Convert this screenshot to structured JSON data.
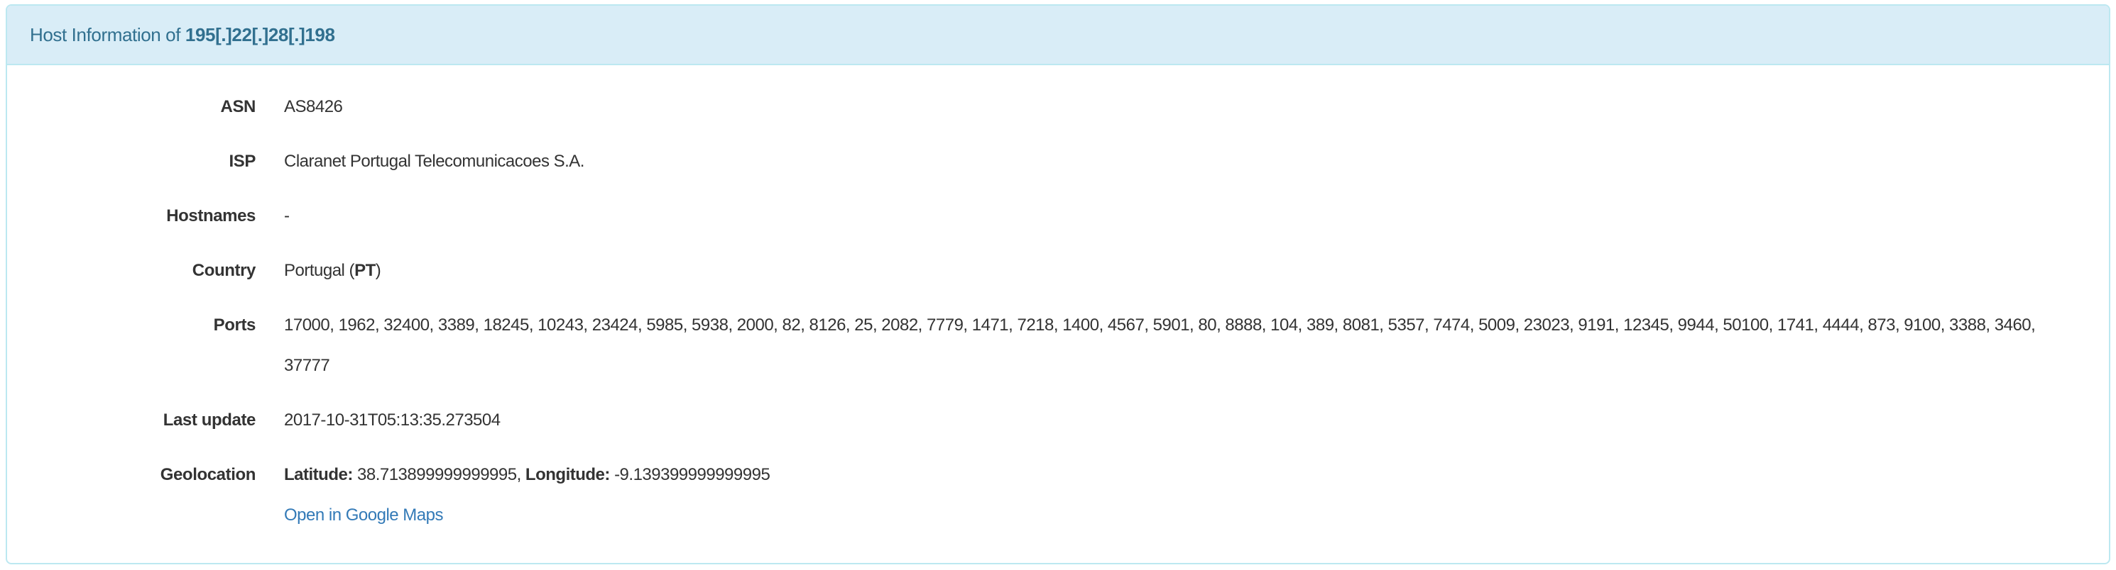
{
  "panel": {
    "title_prefix": "Host Information of",
    "ip_defanged": "195[.]22[.]28[.]198"
  },
  "fields": {
    "asn": {
      "label": "ASN",
      "value": "AS8426"
    },
    "isp": {
      "label": "ISP",
      "value": "Claranet Portugal Telecomunicacoes S.A."
    },
    "hostnames": {
      "label": "Hostnames",
      "value": "-"
    },
    "country": {
      "label": "Country",
      "name": "Portugal",
      "open_paren": " (",
      "code": "PT",
      "close_paren": ")"
    },
    "ports": {
      "label": "Ports",
      "value": "17000, 1962, 32400, 3389, 18245, 10243, 23424, 5985, 5938, 2000, 82, 8126, 25, 2082, 7779, 1471, 7218, 1400, 4567, 5901, 80, 8888, 104, 389, 8081, 5357, 7474, 5009, 23023, 9191, 12345, 9944, 50100, 1741, 4444, 873, 9100, 3388, 3460, 37777",
      "list": [
        17000,
        1962,
        32400,
        3389,
        18245,
        10243,
        23424,
        5985,
        5938,
        2000,
        82,
        8126,
        25,
        2082,
        7779,
        1471,
        7218,
        1400,
        4567,
        5901,
        80,
        8888,
        104,
        389,
        8081,
        5357,
        7474,
        5009,
        23023,
        9191,
        12345,
        9944,
        50100,
        1741,
        4444,
        873,
        9100,
        3388,
        3460,
        37777
      ]
    },
    "last_update": {
      "label": "Last update",
      "value": "2017-10-31T05:13:35.273504"
    },
    "geolocation": {
      "label": "Geolocation",
      "latitude_label": "Latitude:",
      "latitude": "38.713899999999995",
      "separator": ", ",
      "longitude_label": "Longitude:",
      "longitude": "-9.139399999999995",
      "maps_link_label": "Open in Google Maps"
    }
  },
  "colors": {
    "heading_bg": "#d9edf7",
    "heading_text": "#31708f",
    "border": "#bce8f1",
    "link": "#337ab7",
    "text": "#333333"
  }
}
